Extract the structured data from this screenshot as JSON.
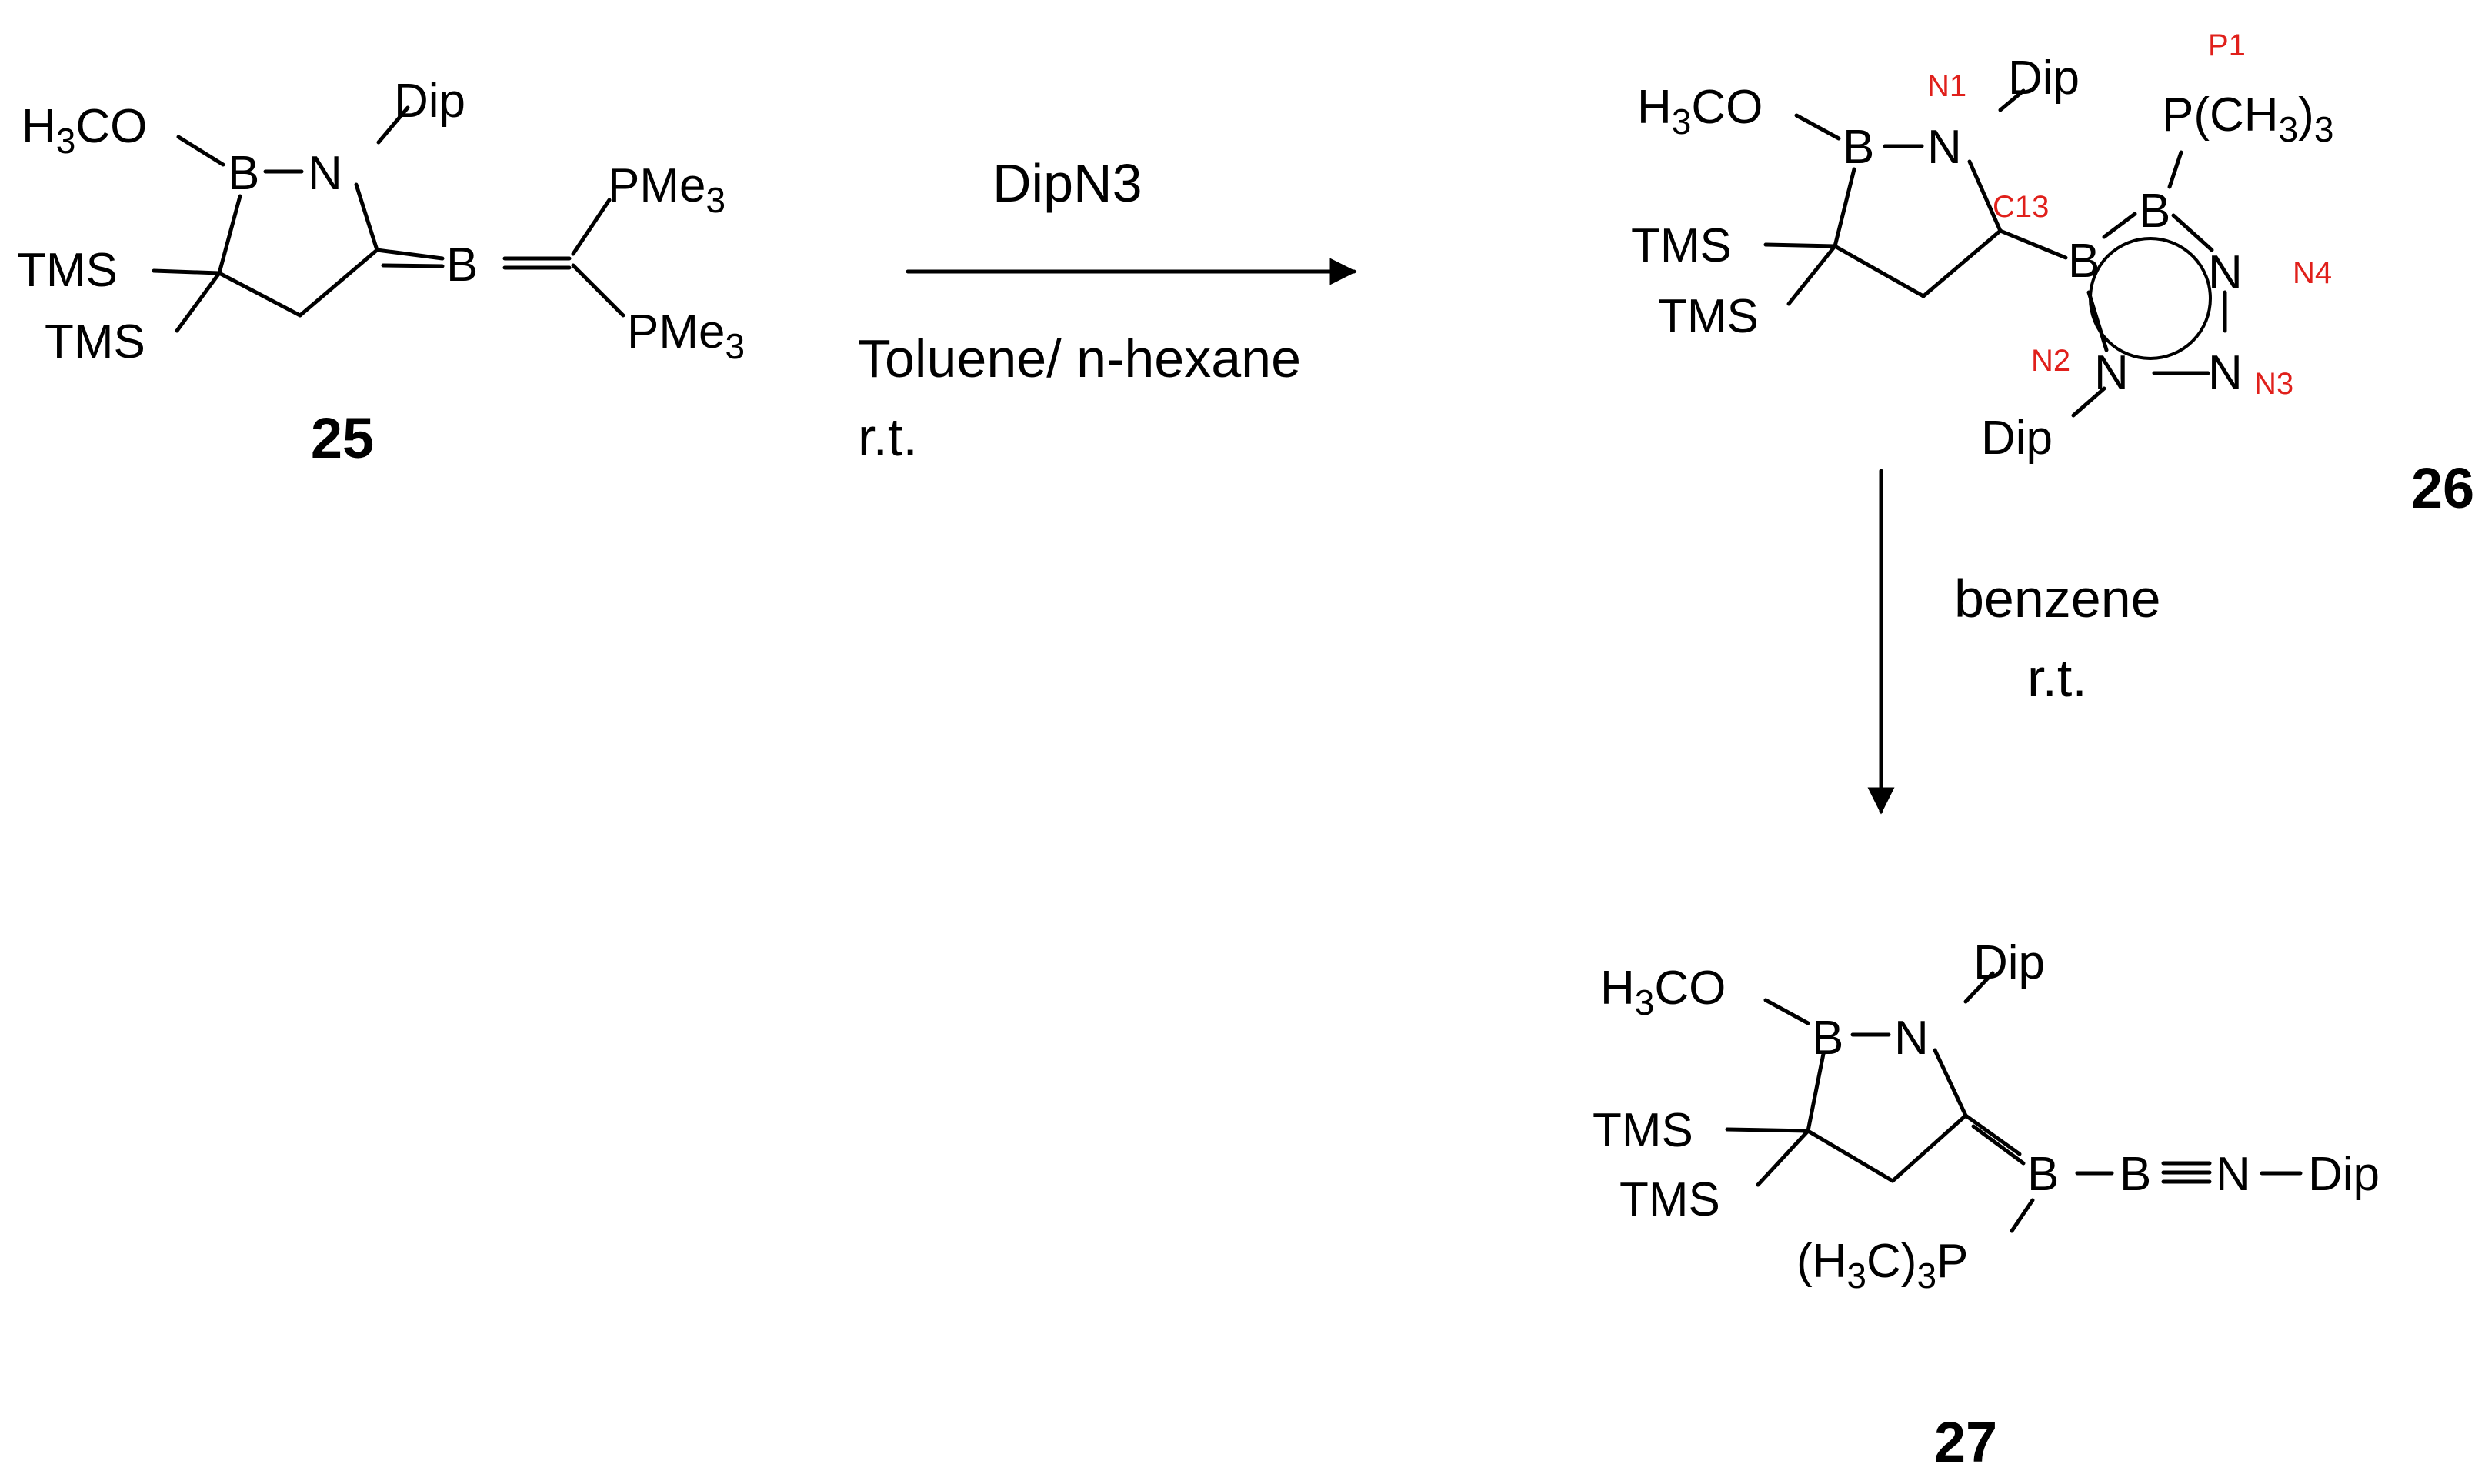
{
  "colors": {
    "ink": "#000000",
    "atom_label": "#e0201b"
  },
  "compounds": {
    "c25": {
      "number": "25",
      "h3co_prefix": "H",
      "h3co_sub": "3",
      "h3co_suffix": "CO",
      "b": "B",
      "n": "N",
      "dip": "Dip",
      "tms1": "TMS",
      "tms2": "TMS",
      "b_exo": "B",
      "pme3_top_base": "PMe",
      "pme3_top_sub": "3",
      "pme3_bot_base": "PMe",
      "pme3_bot_sub": "3"
    },
    "c26": {
      "number": "26",
      "h3co_prefix": "H",
      "h3co_sub": "3",
      "h3co_suffix": "CO",
      "b_ring": "B",
      "n1": "N",
      "dip1": "Dip",
      "tms1": "TMS",
      "tms2": "TMS",
      "b_tz": "B",
      "b_top": "B",
      "p_label_a": "P(CH",
      "p_label_sub1": "3",
      "p_label_b": ")",
      "p_label_sub2": "3",
      "n4": "N",
      "n3": "N",
      "n2": "N",
      "dip2": "Dip",
      "labels": {
        "n1": "N1",
        "c13": "C13",
        "p1": "P1",
        "n4": "N4",
        "n3": "N3",
        "n2": "N2"
      }
    },
    "c27": {
      "number": "27",
      "h3co_prefix": "H",
      "h3co_sub": "3",
      "h3co_suffix": "CO",
      "b_ring": "B",
      "n": "N",
      "dip1": "Dip",
      "tms1": "TMS",
      "tms2": "TMS",
      "b_exo": "B",
      "b2": "B",
      "n_term": "N",
      "dip2": "Dip",
      "p_a": "(H",
      "p_sub1": "3",
      "p_b": "C)",
      "p_sub2": "3",
      "p_c": "P"
    }
  },
  "reactions": {
    "step1": {
      "reagent": "DipN3",
      "solvent": "Toluene/ n-hexane",
      "temperature": "r.t."
    },
    "step2": {
      "solvent": "benzene",
      "temperature": "r.t."
    }
  }
}
